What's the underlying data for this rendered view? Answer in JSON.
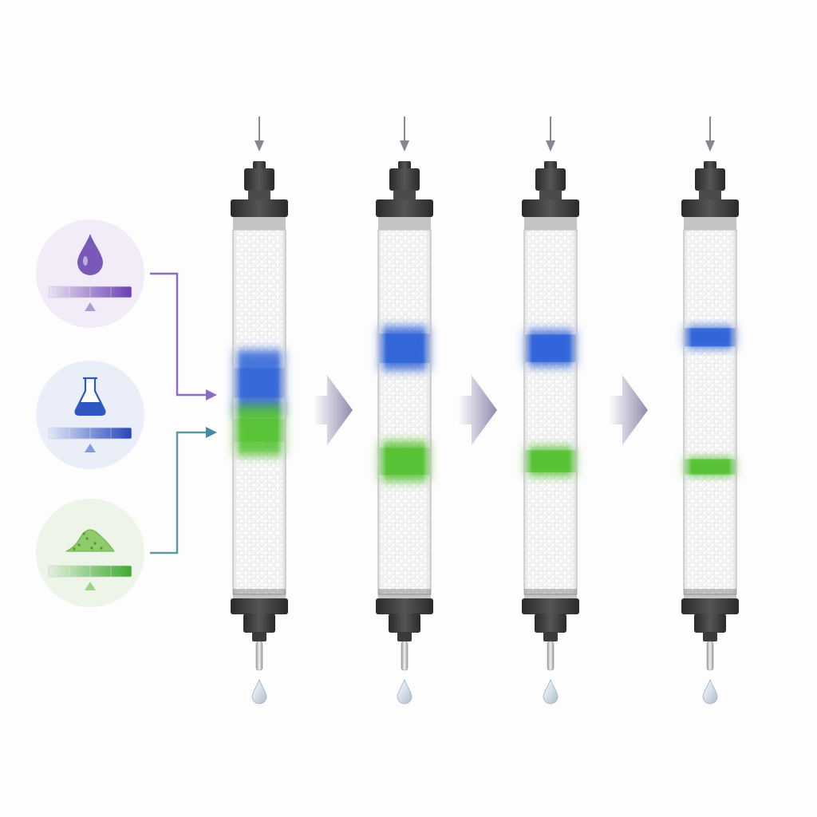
{
  "diagram": {
    "reagents": [
      {
        "id": "solvent",
        "icon": "droplet-icon",
        "color": "#7a58b8",
        "bg": "#f1ecf7",
        "gradient": [
          "#e9e2f3",
          "#6a3fb0"
        ],
        "connector_color": "#8a6cc4"
      },
      {
        "id": "reagent",
        "icon": "flask-icon",
        "color": "#2f57c4",
        "bg": "#e9eef9",
        "gradient": [
          "#e1e8f7",
          "#2845b8"
        ],
        "connector_color": "#4a7fa6"
      },
      {
        "id": "sample",
        "icon": "powder-icon",
        "color": "#5fb83a",
        "bg": "#edf5e8",
        "gradient": [
          "#e3f1dc",
          "#3fa832"
        ],
        "connector_color": "#5fb83a"
      }
    ],
    "columns": [
      {
        "stage": 1,
        "bands": [
          {
            "color": "blue",
            "center": 0.42,
            "width": 0.18,
            "blur": 1.0
          },
          {
            "color": "green",
            "center": 0.55,
            "width": 0.14,
            "blur": 1.0
          }
        ]
      },
      {
        "stage": 2,
        "bands": [
          {
            "color": "blue",
            "center": 0.325,
            "width": 0.12,
            "blur": 0.6
          },
          {
            "color": "green",
            "center": 0.635,
            "width": 0.11,
            "blur": 0.6
          }
        ]
      },
      {
        "stage": 3,
        "bands": [
          {
            "color": "blue",
            "center": 0.325,
            "width": 0.1,
            "blur": 0.45
          },
          {
            "color": "green",
            "center": 0.635,
            "width": 0.08,
            "blur": 0.45
          }
        ]
      },
      {
        "stage": 4,
        "bands": [
          {
            "color": "blue",
            "center": 0.295,
            "width": 0.06,
            "blur": 0.3
          },
          {
            "color": "green",
            "center": 0.65,
            "width": 0.05,
            "blur": 0.3
          }
        ]
      }
    ],
    "colors": {
      "blue": "#2a5fd6",
      "green": "#4fbf2c",
      "cap": "#3a3a3a",
      "arrow": "#8c8aa8"
    }
  }
}
